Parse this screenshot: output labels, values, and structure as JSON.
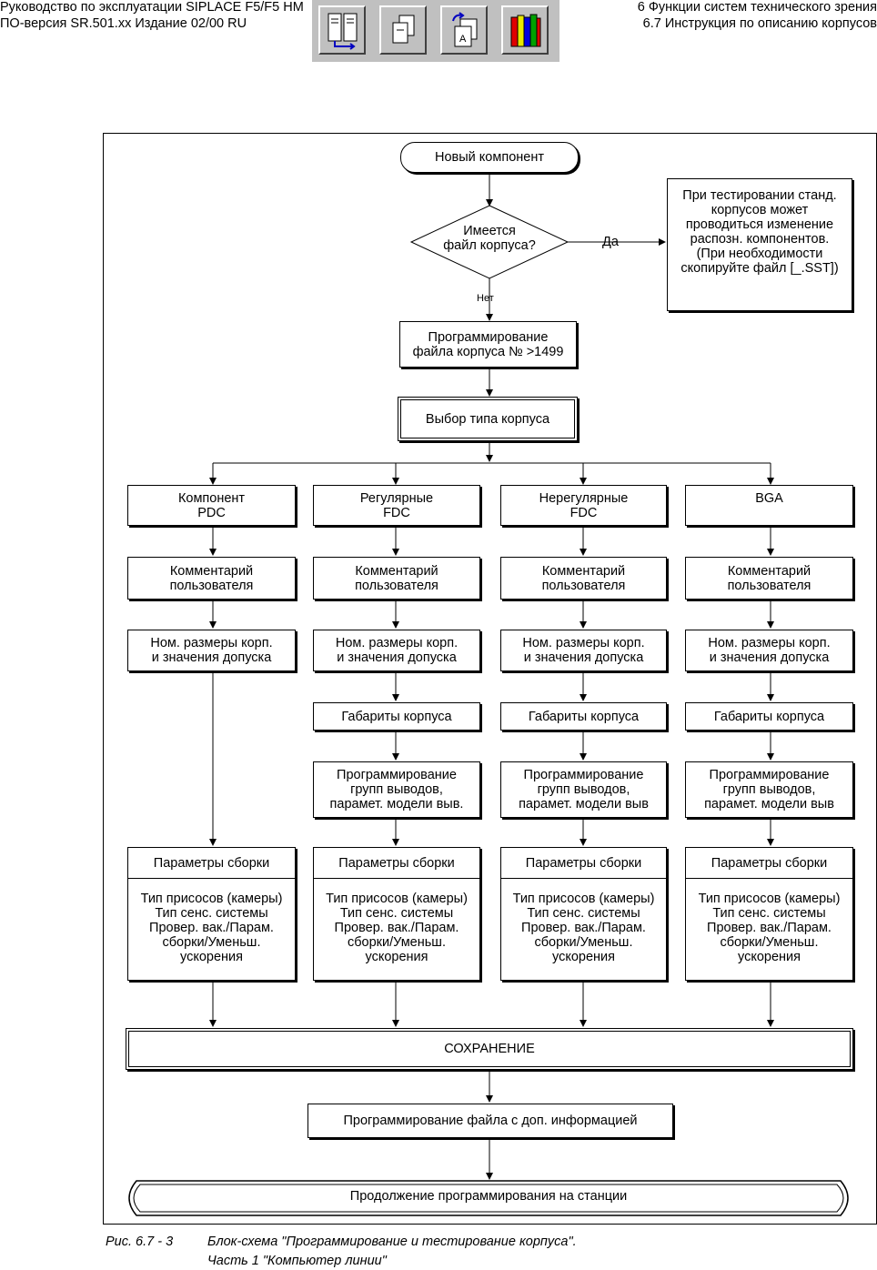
{
  "header": {
    "left_line1": "Руководство по эксплуатации SIPLACE F5/F5 HM",
    "left_line2": "ПО-версия SR.501.xx   Издание 02/00 RU",
    "right_line1": "6 Функции систем технического зрения",
    "right_line2": "6.7 Инструкция по описанию корпусов"
  },
  "toolbar": {
    "icons": [
      "layout-icon",
      "copy-pages-icon",
      "edit-page-icon",
      "books-icon"
    ]
  },
  "flowchart": {
    "start": "Новый компонент",
    "decision": "Имеется\nфайл корпуса?",
    "yes_label": "Да",
    "no_label": "Нет",
    "note": "При тестировании станд.\nкорпусов может\nпроводиться изменение\nраспозн. компонентов.\n(При необходимости\nскопируйте файл [_.SST])",
    "program_file": "Программирование\nфайла корпуса № >1499",
    "select_type": "Выбор типа корпуса",
    "columns": [
      {
        "type": "Компонент\nPDC",
        "comment": "Комментарий\nпользователя",
        "dims": "Ном. размеры корп.\nи значения допуска",
        "gabarit": "",
        "groups": "",
        "params_title": "Параметры сборки",
        "params_body": "Тип присосов (камеры)\nТип сенс. системы\nПровер. вак./Парам.\nсборки/Уменьш.\nускорения"
      },
      {
        "type": "Регулярные\nFDC",
        "comment": "Комментарий\nпользователя",
        "dims": "Ном. размеры корп.\nи значения допуска",
        "gabarit": "Габариты корпуса",
        "groups": "Программирование\nгрупп выводов,\nпарамет. модели выв.",
        "params_title": "Параметры сборки",
        "params_body": "Тип присосов (камеры)\nТип сенс. системы\nПровер. вак./Парам.\nсборки/Уменьш.\nускорения"
      },
      {
        "type": "Нерегулярные\nFDC",
        "comment": "Комментарий\nпользователя",
        "dims": "Ном. размеры корп.\nи значения допуска",
        "gabarit": "Габариты корпуса",
        "groups": "Программирование\nгрупп выводов,\nпарамет. модели выв",
        "params_title": "Параметры сборки",
        "params_body": "Тип присосов (камеры)\nТип сенс. системы\nПровер. вак./Парам.\nсборки/Уменьш.\nускорения"
      },
      {
        "type": "BGA",
        "comment": "Комментарий\nпользователя",
        "dims": "Ном. размеры корп.\nи значения допуска",
        "gabarit": "Габариты корпуса",
        "groups": "Программирование\nгрупп выводов,\nпарамет. модели выв",
        "params_title": "Параметры сборки",
        "params_body": "Тип присосов (камеры)\nТип сенс. системы\nПровер. вак./Парам.\nсборки/Уменьш.\nускорения"
      }
    ],
    "save": "СОХРАНЕНИЕ",
    "extra_info": "Программирование файла с доп. информацией",
    "continue": "Продолжение программирования на станции"
  },
  "caption": {
    "number": "Рис. 6.7 - 3",
    "line1": "Блок-схема \"Программирование и тестирование корпуса\".",
    "line2": "Часть 1 \"Компьютер линии\""
  }
}
